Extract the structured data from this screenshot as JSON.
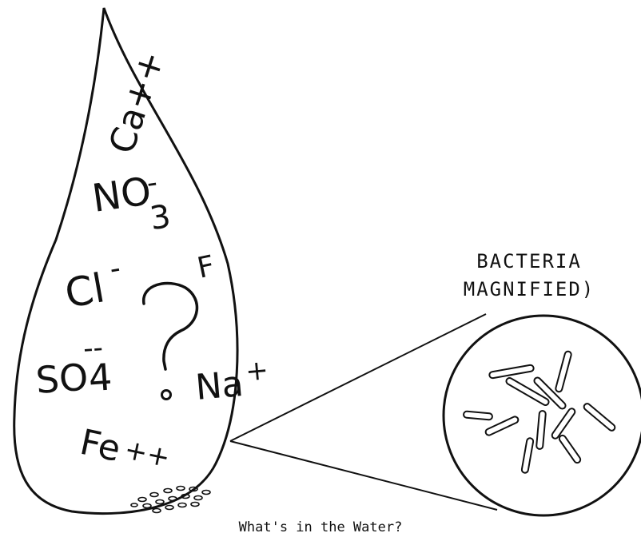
{
  "drop": {
    "labels": {
      "calcium": "Ca++",
      "nitrate_main": "NO",
      "nitrate_sub": "3",
      "nitrate_charge": "-",
      "chloride": "Cl",
      "chloride_charge": "-",
      "fluoride": "F",
      "question_mark": "?",
      "sulfate_main": "SO",
      "sulfate_sub": "4",
      "sulfate_charge": "--",
      "sodium": "Na",
      "sodium_charge": "+",
      "iron": "Fe",
      "iron_charge": "++"
    }
  },
  "magnifier": {
    "title_line1": "BACTERIA",
    "title_line2": "MAGNIFIED)"
  },
  "caption": "What's in the Water?",
  "colors": {
    "ink": "#111111",
    "background": "#ffffff"
  }
}
